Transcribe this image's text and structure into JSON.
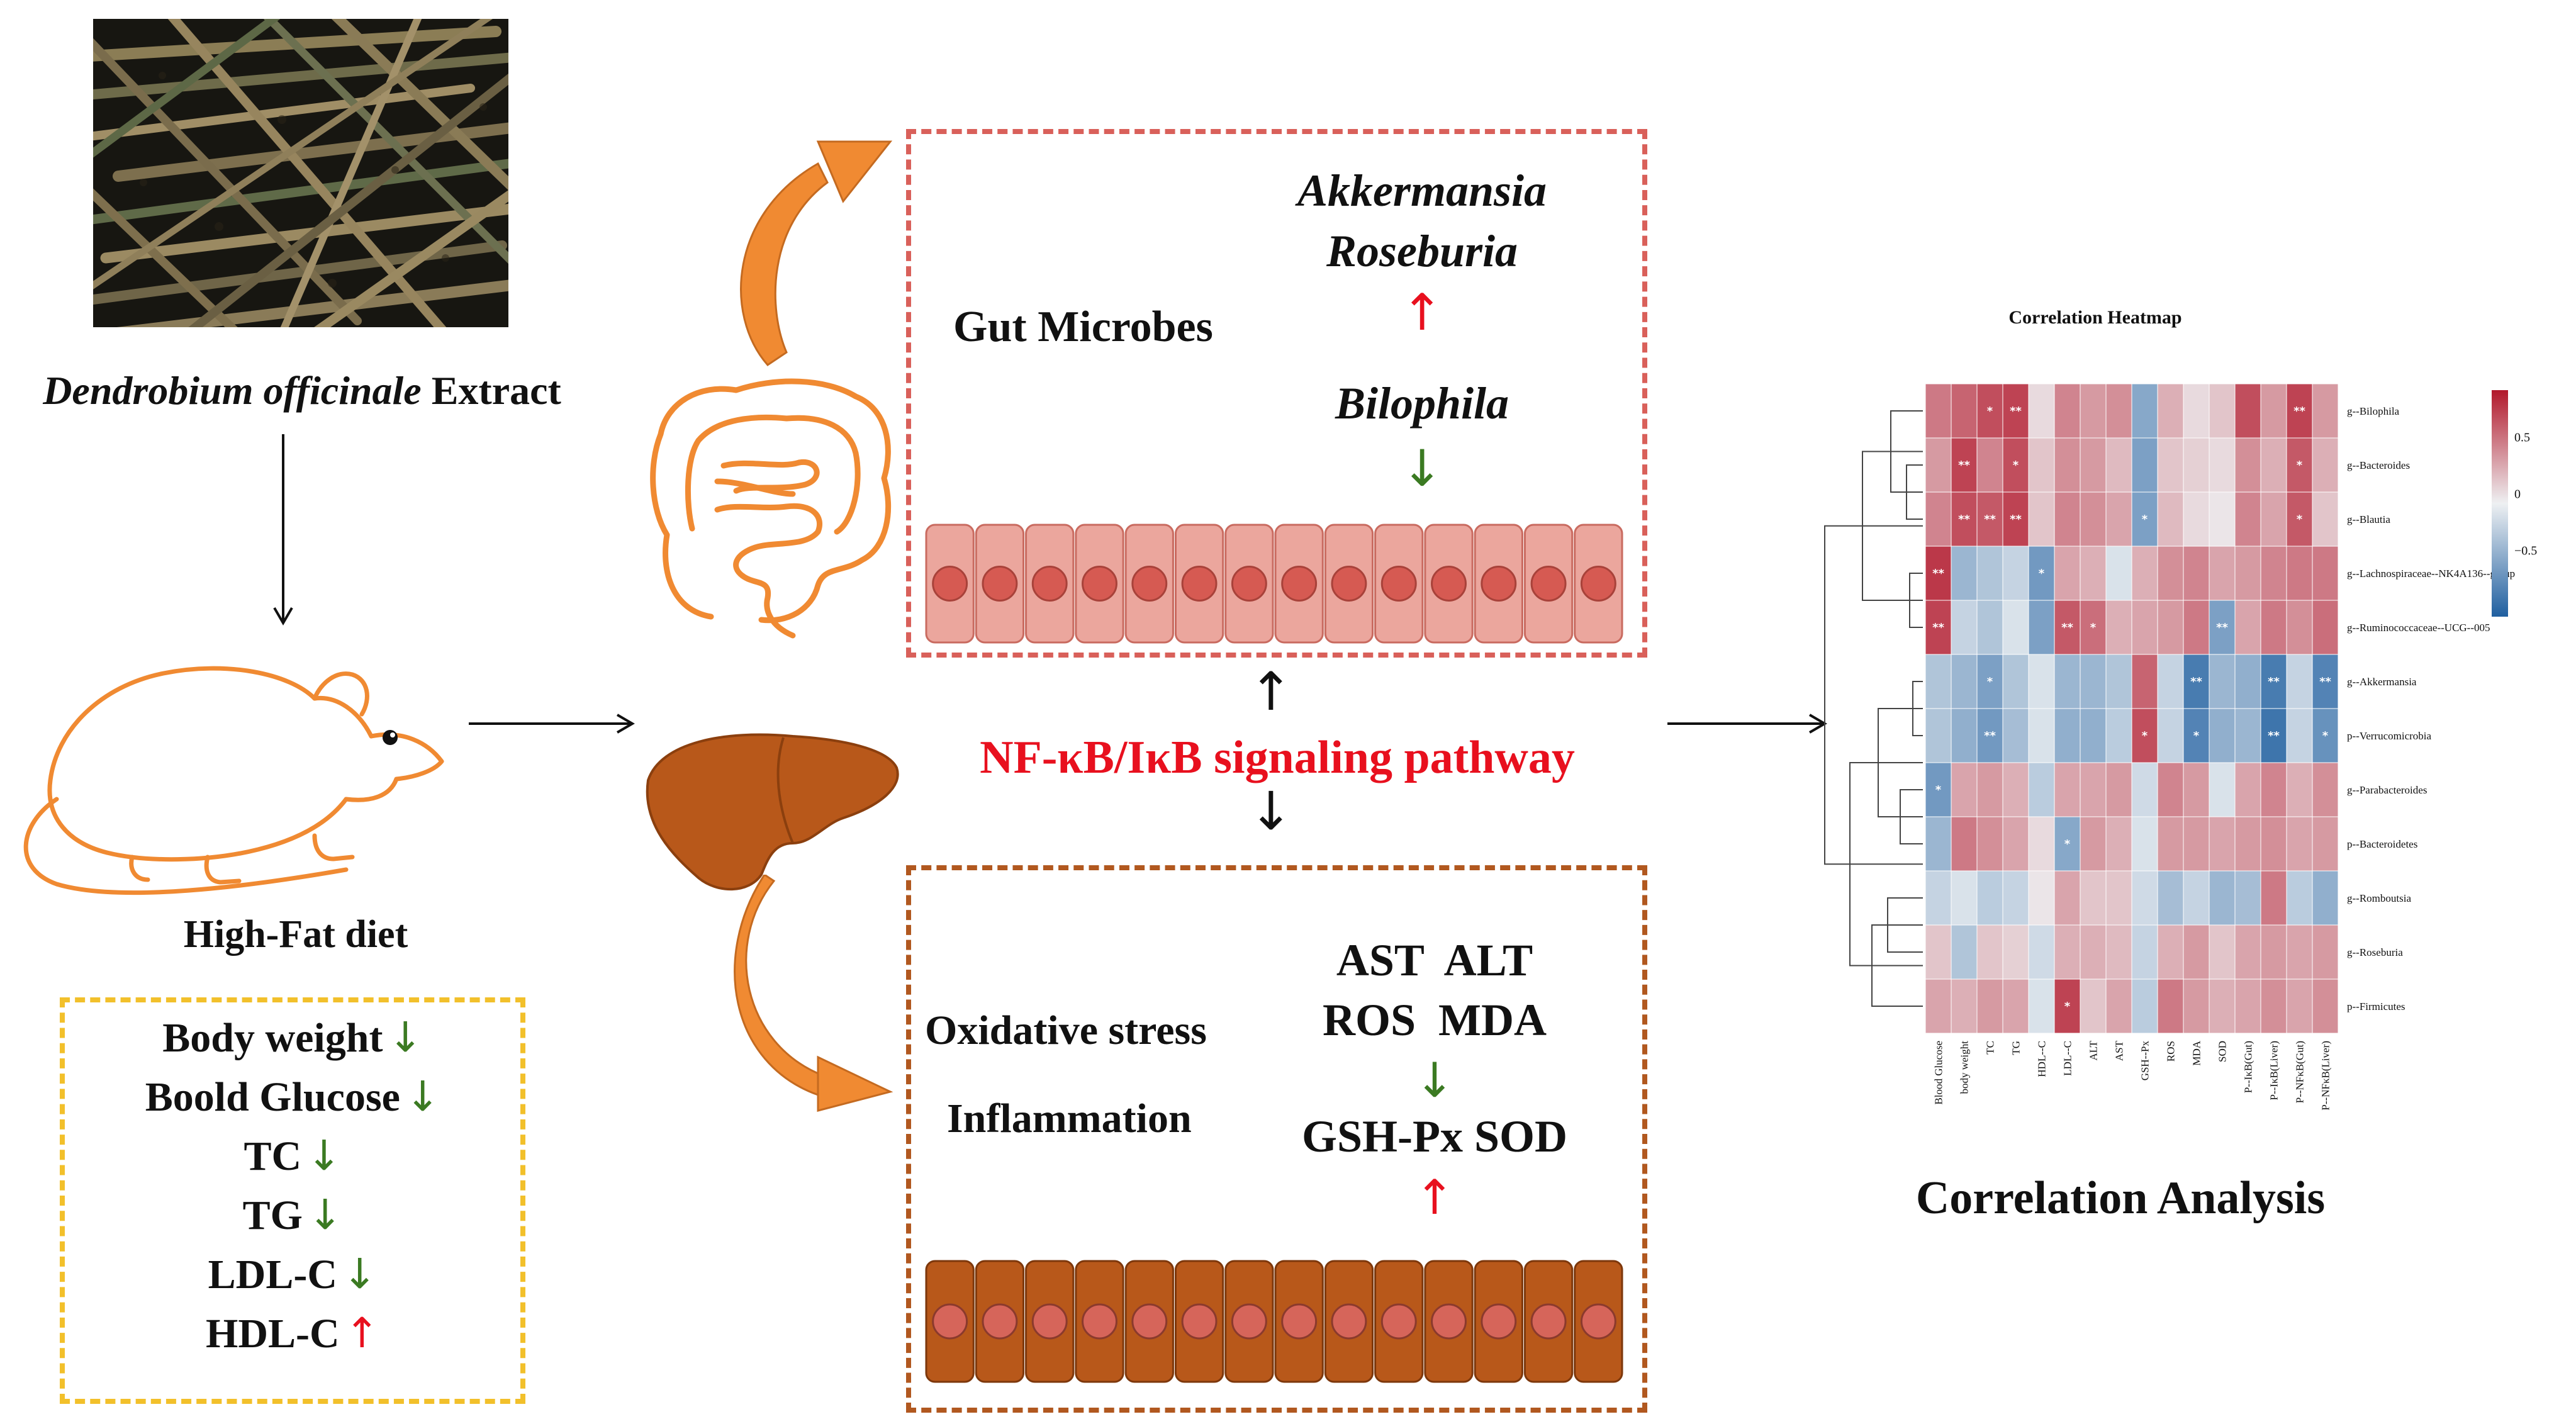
{
  "left": {
    "extract_species": "Dendrobium officinale",
    "extract_word": "Extract",
    "diet_label": "High-Fat diet"
  },
  "effects": [
    {
      "label": "Body weight",
      "dir": "↓"
    },
    {
      "label": "Boold Glucose",
      "dir": "↓"
    },
    {
      "label": "TC",
      "dir": "↓"
    },
    {
      "label": "TG",
      "dir": "↓"
    },
    {
      "label": "LDL-C",
      "dir": "↓"
    },
    {
      "label": "HDL-C",
      "dir": "↑"
    }
  ],
  "gut": {
    "title": "Gut Microbes",
    "increased_1": "Akkermansia",
    "increased_2": "Roseburia",
    "up_arrow": "↑",
    "decreased_1": "Bilophila",
    "down_arrow": "↓"
  },
  "pathway": {
    "label": "NF-κB/IκB signaling pathway",
    "up_arrow": "↑",
    "down_arrow": "↓"
  },
  "liver": {
    "label_1": "Oxidative stress",
    "label_2": "Inflammation",
    "markers_line1": "AST  ALT",
    "markers_line2": "ROS  MDA",
    "down_arrow": "↓",
    "markers_line3": "GSH-Px SOD",
    "up_arrow": "↑"
  },
  "heatmap": {
    "title": "Correlation Heatmap",
    "caption": "Correlation Analysis",
    "rows": [
      "g--Bilophila",
      "g--Bacteroides",
      "g--Blautia",
      "g--Lachnospiraceae--NK4A136--group",
      "g--Ruminococcaceae--UCG--005",
      "g--Akkermansia",
      "p--Verrucomicrobia",
      "g--Parabacteroides",
      "p--Bacteroidetes",
      "g--Romboutsia",
      "g--Roseburia",
      "p--Firmicutes"
    ],
    "cols": [
      "Blood Glucose",
      "body weight",
      "TC",
      "TG",
      "HDL--C",
      "LDL--C",
      "ALT",
      "AST",
      "GSH--Px",
      "ROS",
      "MDA",
      "SOD",
      "P--IκB(Gut)",
      "P--IκB(Liver)",
      "P--NFκB(Gut)",
      "P--NFκB(Liver)"
    ],
    "values": [
      [
        0.55,
        0.65,
        0.75,
        0.8,
        0.1,
        0.5,
        0.4,
        0.45,
        -0.5,
        0.3,
        0.1,
        0.2,
        0.75,
        0.4,
        0.8,
        0.4
      ],
      [
        0.4,
        0.8,
        0.5,
        0.75,
        0.2,
        0.45,
        0.4,
        0.25,
        -0.55,
        0.2,
        0.15,
        0.1,
        0.45,
        0.3,
        0.7,
        0.3
      ],
      [
        0.5,
        0.75,
        0.7,
        0.8,
        0.2,
        0.5,
        0.45,
        0.35,
        -0.55,
        0.25,
        0.1,
        0.05,
        0.5,
        0.35,
        0.7,
        0.2
      ],
      [
        0.85,
        -0.4,
        -0.3,
        -0.2,
        -0.6,
        0.35,
        0.3,
        -0.1,
        0.3,
        0.45,
        0.5,
        0.35,
        0.4,
        0.5,
        0.55,
        0.55
      ],
      [
        0.8,
        -0.2,
        -0.3,
        -0.1,
        -0.55,
        0.7,
        0.6,
        0.3,
        0.35,
        0.4,
        0.55,
        -0.55,
        0.35,
        0.55,
        0.45,
        0.6
      ],
      [
        -0.3,
        -0.4,
        -0.55,
        -0.3,
        -0.1,
        -0.4,
        -0.4,
        -0.3,
        0.65,
        -0.2,
        -0.8,
        -0.4,
        -0.45,
        -0.8,
        -0.2,
        -0.75
      ],
      [
        -0.3,
        -0.45,
        -0.6,
        -0.35,
        -0.1,
        -0.45,
        -0.45,
        -0.25,
        0.75,
        -0.2,
        -0.75,
        -0.45,
        -0.4,
        -0.85,
        -0.2,
        -0.65
      ],
      [
        -0.6,
        0.35,
        0.4,
        0.3,
        -0.25,
        0.35,
        0.35,
        0.4,
        -0.15,
        0.5,
        0.4,
        -0.1,
        0.35,
        0.5,
        0.3,
        0.45
      ],
      [
        -0.4,
        0.55,
        0.45,
        0.35,
        0.1,
        -0.5,
        0.4,
        0.3,
        -0.1,
        0.4,
        0.4,
        0.35,
        0.4,
        0.45,
        0.35,
        0.4
      ],
      [
        -0.2,
        -0.1,
        -0.25,
        -0.2,
        0.05,
        0.35,
        0.2,
        0.2,
        -0.15,
        -0.35,
        -0.2,
        -0.4,
        -0.35,
        0.55,
        -0.25,
        -0.45
      ],
      [
        0.2,
        -0.3,
        0.2,
        0.15,
        -0.15,
        0.3,
        0.3,
        0.25,
        -0.2,
        0.3,
        0.4,
        0.2,
        0.35,
        0.4,
        0.35,
        0.4
      ],
      [
        0.35,
        0.3,
        0.4,
        0.35,
        -0.1,
        0.8,
        0.2,
        0.35,
        -0.25,
        0.55,
        0.4,
        0.3,
        0.35,
        0.45,
        0.35,
        0.45
      ]
    ],
    "stars": [
      [
        "",
        "",
        "*",
        "**",
        "",
        "",
        "",
        "",
        "",
        "",
        "",
        "",
        "",
        "",
        "**",
        ""
      ],
      [
        "",
        "**",
        "",
        "*",
        "",
        "",
        "",
        "",
        "",
        "",
        "",
        "",
        "",
        "",
        "*",
        ""
      ],
      [
        "",
        "**",
        "**",
        "**",
        "",
        "",
        "",
        "",
        "*",
        "",
        "",
        "",
        "",
        "",
        "*",
        ""
      ],
      [
        "**",
        "",
        "",
        "",
        "*",
        "",
        "",
        "",
        "",
        "",
        "",
        "",
        "",
        "",
        "",
        ""
      ],
      [
        "**",
        "",
        "",
        "",
        "",
        "**",
        "*",
        "",
        "",
        "",
        "",
        "**",
        "",
        "",
        "",
        ""
      ],
      [
        "",
        "",
        "*",
        "",
        "",
        "",
        "",
        "",
        "",
        "",
        "**",
        "",
        "",
        "**",
        "",
        "**"
      ],
      [
        "",
        "",
        "**",
        "",
        "",
        "",
        "",
        "",
        "*",
        "",
        "*",
        "",
        "",
        "**",
        "",
        "*"
      ],
      [
        "*",
        "",
        "",
        "",
        "",
        "",
        "",
        "",
        "",
        "",
        "",
        "",
        "",
        "",
        "",
        ""
      ],
      [
        "",
        "",
        "",
        "",
        "",
        "*",
        "",
        "",
        "",
        "",
        "",
        "",
        "",
        "",
        "",
        ""
      ],
      [
        "",
        "",
        "",
        "",
        "",
        "",
        "",
        "",
        "",
        "",
        "",
        "",
        "",
        "",
        "",
        ""
      ],
      [
        "",
        "",
        "",
        "",
        "",
        "",
        "",
        "",
        "",
        "",
        "",
        "",
        "",
        "",
        "",
        ""
      ],
      [
        "",
        "",
        "",
        "",
        "",
        "*",
        "",
        "",
        "",
        "",
        "",
        "",
        "",
        "",
        "",
        ""
      ]
    ],
    "legend_ticks": [
      "0.5",
      "0",
      "−0.5"
    ],
    "colors": {
      "neg": "#1f5fa0",
      "mid": "#eef0f2",
      "pos": "#b2182b"
    }
  },
  "colors": {
    "gut_border": "#d9605a",
    "liver_border": "#b1581f",
    "yellow_border": "#f2c02b",
    "red": "#e8101e",
    "green": "#3b7a22",
    "organ_orange": "#f08a32",
    "liver_brown": "#b8581a"
  }
}
